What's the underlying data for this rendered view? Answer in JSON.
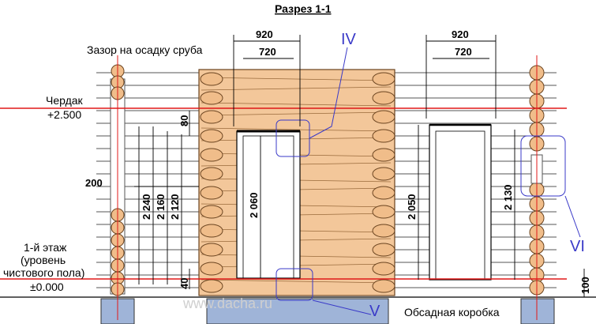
{
  "title": "Разрез 1-1",
  "labels": {
    "gap_note": "Зазор на осадку сруба",
    "attic": "Чердак",
    "attic_level": "+2.500",
    "floor_line1": "1-й этаж",
    "floor_line2": "(уровень",
    "floor_line3": "чистового пола)",
    "floor_level": "±0.000",
    "casing": "Обсадная коробка"
  },
  "callouts": {
    "iv": "IV",
    "v": "V",
    "vi": "VI"
  },
  "dimensions": {
    "left_920": "920",
    "left_720": "720",
    "right_920": "920",
    "right_720": "720",
    "d80": "80",
    "d200": "200",
    "d2240": "2 240",
    "d2160": "2 160",
    "d2120": "2 120",
    "d2060": "2 060",
    "d2050": "2 050",
    "d2130": "2 130",
    "d40": "40",
    "d100": "100"
  },
  "watermark": "www.dacha.ru",
  "colors": {
    "wood": "#f3c79a",
    "wood_line": "#8a5a2b",
    "level_line": "#e01818",
    "callout": "#3a3ac8",
    "foundation": "#9fb4d8",
    "grid_line": "#555555"
  }
}
